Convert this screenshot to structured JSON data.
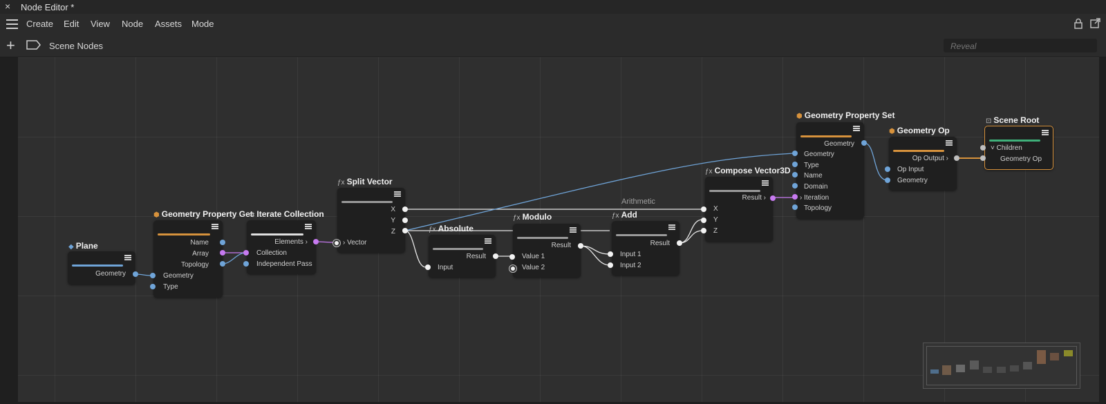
{
  "window": {
    "title": "Node Editor *",
    "close_icon": "×"
  },
  "menu": {
    "items": [
      "Create",
      "Edit",
      "View",
      "Node",
      "Assets",
      "Mode"
    ]
  },
  "toolbar": {
    "breadcrumb": "Scene Nodes",
    "search_placeholder": "Reveal"
  },
  "colors": {
    "accent_orange": "#d7923c",
    "link_blue": "#6fa4d8",
    "array_purple": "#c77af0",
    "root_green": "#3fb07a"
  },
  "nodes": {
    "plane": {
      "title": "Plane",
      "out": [
        "Geometry"
      ]
    },
    "gpg": {
      "title": "Geometry Property Get",
      "out": [
        "Name",
        "Array",
        "Topology"
      ],
      "in": [
        "Geometry",
        "Type"
      ]
    },
    "iterate": {
      "title": "Iterate Collection",
      "out": [
        "Elements ›"
      ],
      "in": [
        "Collection",
        "Independent Pass"
      ]
    },
    "split": {
      "title": "Split Vector",
      "out": [
        "X",
        "Y",
        "Z"
      ],
      "in": [
        "› Vector"
      ]
    },
    "absolute": {
      "title": "Absolute",
      "out": [
        "Result"
      ],
      "in": [
        "Input"
      ]
    },
    "modulo": {
      "title": "Modulo",
      "out": [
        "Result"
      ],
      "in": [
        "Value 1",
        "Value 2"
      ]
    },
    "add": {
      "title": "Add",
      "out": [
        "Result"
      ],
      "in": [
        "Input 1",
        "Input 2"
      ]
    },
    "compose": {
      "title": "Compose Vector3D",
      "out": [
        "Result ›"
      ],
      "in": [
        "X",
        "Y",
        "Z"
      ]
    },
    "gps": {
      "title": "Geometry Property Set",
      "out": [
        "Geometry"
      ],
      "in": [
        "Geometry",
        "Type",
        "Name",
        "Domain",
        "› Iteration",
        "Topology"
      ]
    },
    "gop": {
      "title": "Geometry Op",
      "out": [
        "Op Output ›"
      ],
      "in": [
        "Op Input",
        "Geometry"
      ]
    },
    "root": {
      "title": "Scene Root",
      "in": [
        "˅ Children",
        "Geometry Op"
      ]
    }
  },
  "group_label": "Arithmetic"
}
